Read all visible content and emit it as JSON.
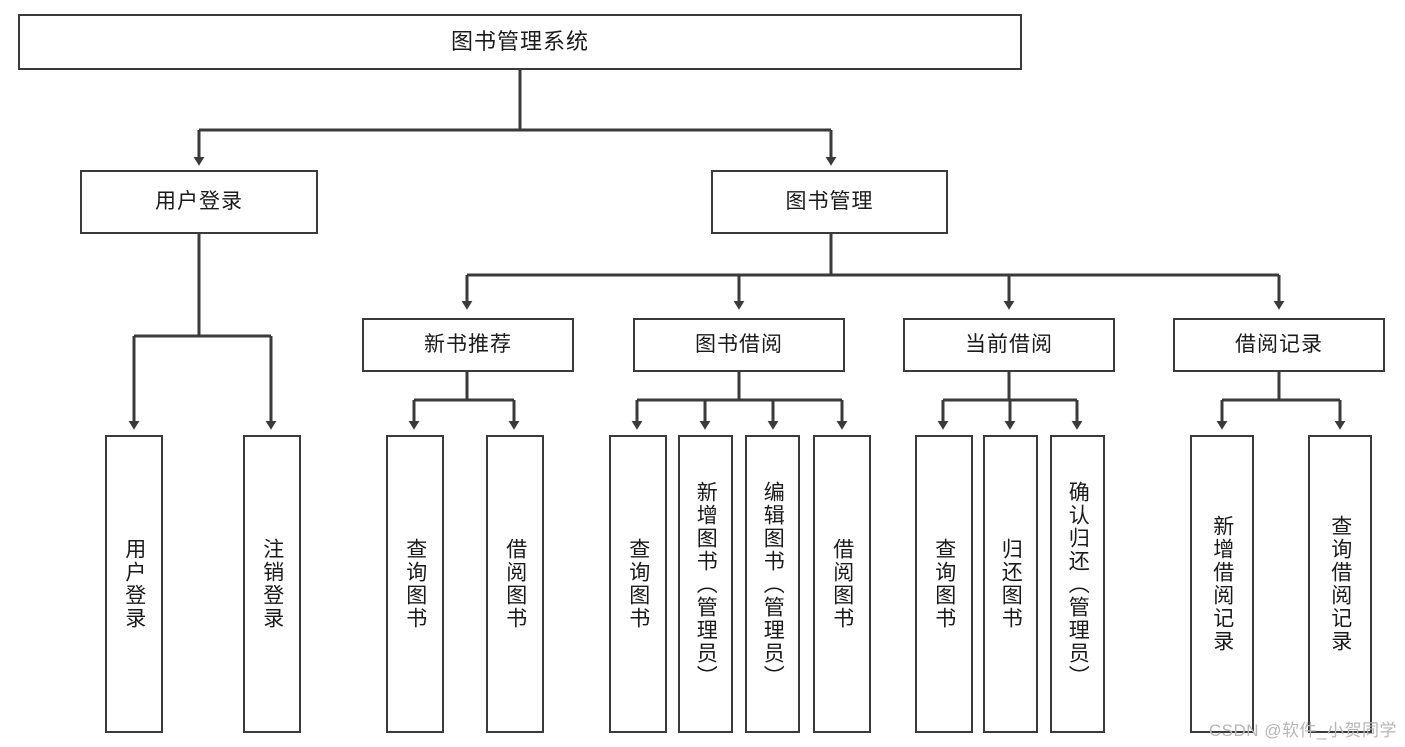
{
  "diagram": {
    "type": "tree",
    "title": "图书管理系统",
    "watermark": "CSDN @软件_小贺同学",
    "colors": {
      "background": "#ffffff",
      "stroke": "#3a3a3a",
      "text": "#1a1a1a",
      "watermark": "#b6b6b6"
    },
    "nodes": {
      "root": {
        "label": "图书管理系统"
      },
      "level2": [
        {
          "id": "user-login",
          "label": "用户登录"
        },
        {
          "id": "book-manage",
          "label": "图书管理"
        }
      ],
      "level3": [
        {
          "id": "new-book-recommend",
          "label": "新书推荐"
        },
        {
          "id": "book-borrow",
          "label": "图书借阅"
        },
        {
          "id": "current-borrow",
          "label": "当前借阅"
        },
        {
          "id": "borrow-record",
          "label": "借阅记录"
        }
      ],
      "leaves": {
        "user_login": [
          {
            "id": "leaf-user-login",
            "label": "用户登录"
          },
          {
            "id": "leaf-logout-login",
            "label": "注销登录"
          }
        ],
        "new_book_recommend": [
          {
            "id": "leaf-query-book-1",
            "label": "查询图书"
          },
          {
            "id": "leaf-borrow-book-1",
            "label": "借阅图书"
          }
        ],
        "book_borrow": [
          {
            "id": "leaf-query-book-2",
            "label": "查询图书"
          },
          {
            "id": "leaf-add-book",
            "label": "新增图书（管理员）"
          },
          {
            "id": "leaf-edit-book",
            "label": "编辑图书（管理员）"
          },
          {
            "id": "leaf-borrow-book-2",
            "label": "借阅图书"
          }
        ],
        "current_borrow": [
          {
            "id": "leaf-query-book-3",
            "label": "查询图书"
          },
          {
            "id": "leaf-return-book",
            "label": "归还图书"
          },
          {
            "id": "leaf-confirm-return",
            "label": "确认归还（管理员）"
          }
        ],
        "borrow_record": [
          {
            "id": "leaf-add-record",
            "label": "新增借阅记录"
          },
          {
            "id": "leaf-query-record",
            "label": "查询借阅记录"
          }
        ]
      }
    },
    "edges": [
      {
        "from": "图书管理系统",
        "to": "用户登录"
      },
      {
        "from": "图书管理系统",
        "to": "图书管理"
      },
      {
        "from": "图书管理",
        "to": "新书推荐"
      },
      {
        "from": "图书管理",
        "to": "图书借阅"
      },
      {
        "from": "图书管理",
        "to": "当前借阅"
      },
      {
        "from": "图书管理",
        "to": "借阅记录"
      },
      {
        "from": "用户登录",
        "to": "用户登录"
      },
      {
        "from": "用户登录",
        "to": "注销登录"
      },
      {
        "from": "新书推荐",
        "to": "查询图书"
      },
      {
        "from": "新书推荐",
        "to": "借阅图书"
      },
      {
        "from": "图书借阅",
        "to": "查询图书"
      },
      {
        "from": "图书借阅",
        "to": "新增图书（管理员）"
      },
      {
        "from": "图书借阅",
        "to": "编辑图书（管理员）"
      },
      {
        "from": "图书借阅",
        "to": "借阅图书"
      },
      {
        "from": "当前借阅",
        "to": "查询图书"
      },
      {
        "from": "当前借阅",
        "to": "归还图书"
      },
      {
        "from": "当前借阅",
        "to": "确认归还（管理员）"
      },
      {
        "from": "借阅记录",
        "to": "新增借阅记录"
      },
      {
        "from": "借阅记录",
        "to": "查询借阅记录"
      }
    ]
  }
}
